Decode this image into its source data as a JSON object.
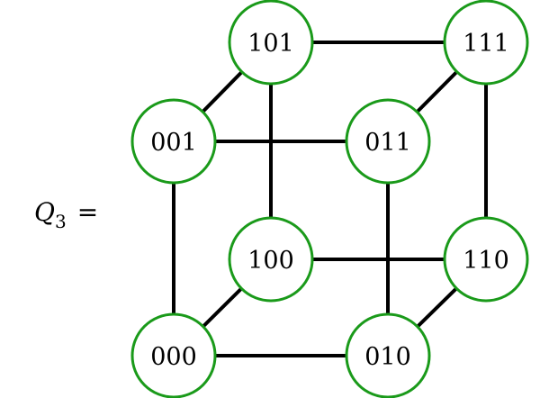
{
  "title": {
    "symbol": "Q",
    "subscript": "3",
    "equals": "="
  },
  "colors": {
    "node_stroke": "#1a9a1a",
    "edge": "#000000",
    "node_fill": "#ffffff"
  },
  "nodes": [
    {
      "id": "000",
      "label": "000"
    },
    {
      "id": "010",
      "label": "010"
    },
    {
      "id": "001",
      "label": "001"
    },
    {
      "id": "011",
      "label": "011"
    },
    {
      "id": "100",
      "label": "100"
    },
    {
      "id": "110",
      "label": "110"
    },
    {
      "id": "101",
      "label": "101"
    },
    {
      "id": "111",
      "label": "111"
    }
  ],
  "edges": [
    [
      "000",
      "010"
    ],
    [
      "000",
      "001"
    ],
    [
      "000",
      "100"
    ],
    [
      "010",
      "011"
    ],
    [
      "010",
      "110"
    ],
    [
      "001",
      "011"
    ],
    [
      "001",
      "101"
    ],
    [
      "011",
      "111"
    ],
    [
      "100",
      "110"
    ],
    [
      "100",
      "101"
    ],
    [
      "110",
      "111"
    ],
    [
      "101",
      "111"
    ]
  ]
}
